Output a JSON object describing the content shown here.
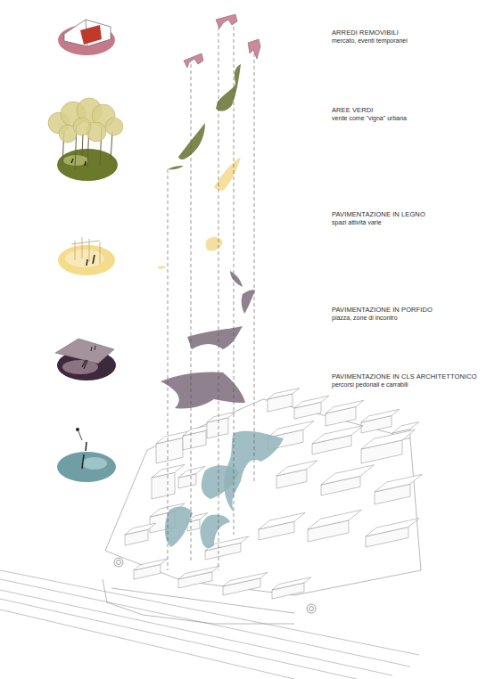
{
  "diagram": {
    "labels": [
      "ARREDI REMOVIBILI",
      "mercato, eventi temporanei",
      "AREE VERDI",
      "verde come \"vigna\" urbana",
      "PAVIMENTAZIONE IN LEGNO",
      "spazi attività varie",
      "PAVIMENTAZIONE IN PORFIDO",
      "piazza, zone di incontro",
      "PAVIMENTAZIONE IN CLS ARCHITETTONICO",
      "percorsi pedonali e carrabili"
    ]
  }
}
